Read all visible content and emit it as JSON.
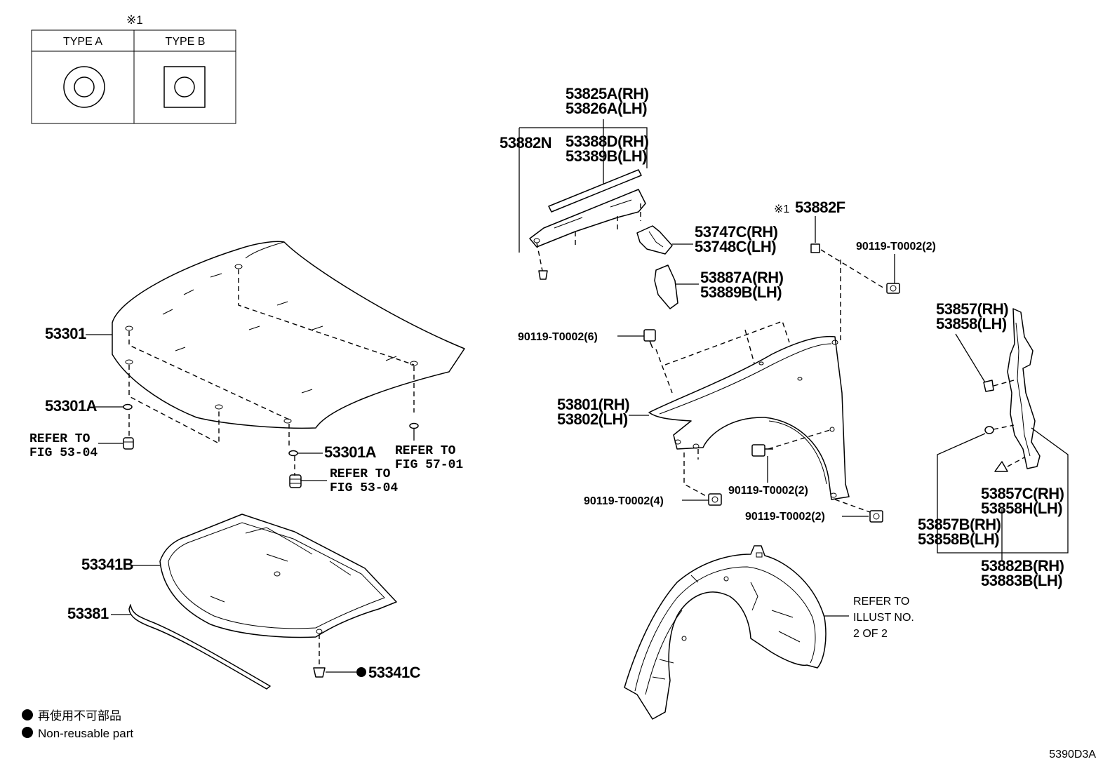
{
  "legend_top": {
    "marker": "※1",
    "type_a": "TYPE A",
    "type_b": "TYPE B"
  },
  "parts": {
    "hood": "53301",
    "hood_cushion": "53301A",
    "hood_cushion_2": "53301A",
    "hood_insulator": "53341B",
    "hood_insulator_clip": "53341C",
    "hood_seal": "53381",
    "weatherstrip_rh": "53825A(RH)",
    "weatherstrip_lh": "53826A(LH)",
    "retainer": "53882N",
    "seal_rh": "53388D(RH)",
    "seal_lh": "53389B(LH)",
    "bracket_rh": "53747C(RH)",
    "bracket_lh": "53748C(LH)",
    "fender_pad_rh": "53887A(RH)",
    "fender_pad_lh": "53889B(LH)",
    "fender_clip_marker": "※1",
    "fender_clip": "53882F",
    "bolt_fender_top": "90119-T0002(2)",
    "bolt_fender_front": "90119-T0002(6)",
    "fender_rh": "53801(RH)",
    "fender_lh": "53802(LH)",
    "bolt_fender_inner": "90119-T0002(2)",
    "bolt_fender_lower": "90119-T0002(4)",
    "bolt_fender_rear": "90119-T0002(2)",
    "seal_rear_rh": "53857(RH)",
    "seal_rear_lh": "53858(LH)",
    "seal_c_rh": "53857C(RH)",
    "seal_c_lh": "53858H(LH)",
    "seal_b_rh": "53857B(RH)",
    "seal_b_lh": "53858B(LH)",
    "seal_assy_rh": "53882B(RH)",
    "seal_assy_lh": "53883B(LH)"
  },
  "refs": {
    "refer_to": "REFER TO",
    "fig_53_04_a": "FIG 53-04",
    "fig_53_04_b": "FIG 53-04",
    "fig_57_01": "FIG 57-01",
    "liner_refer_1": "REFER TO",
    "liner_refer_2": "ILLUST NO.",
    "liner_refer_3": "2 OF 2"
  },
  "legend_bottom": {
    "jp": "再使用不可部品",
    "en": "Non-reusable part"
  },
  "figure_code": "5390D3A"
}
